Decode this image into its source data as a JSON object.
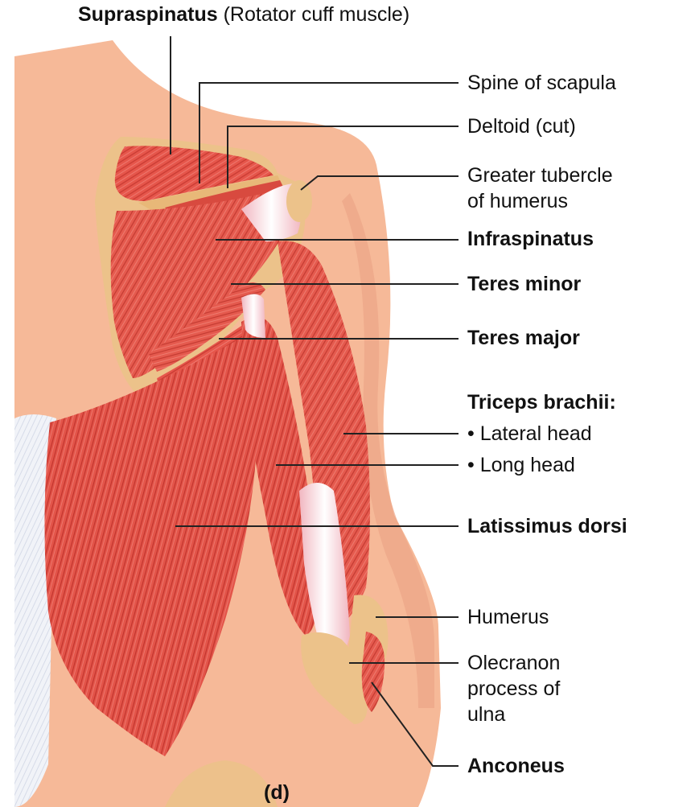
{
  "figure": {
    "panel_label": "(d)",
    "colors": {
      "skin": "#f6b998",
      "skin_shadow": "#e89a78",
      "muscle": "#e8574c",
      "muscle_dark": "#c8362f",
      "tendon": "#eef0f8",
      "bone": "#ecc28a",
      "fascia": "#eef1f6",
      "leader_line": "#222222"
    },
    "labels": {
      "supraspinatus_bold": "Supraspinatus",
      "supraspinatus_note": " (Rotator cuff muscle)",
      "spine_of_scapula": "Spine of scapula",
      "deltoid_cut": "Deltoid (cut)",
      "greater_tubercle_line1": "Greater tubercle",
      "greater_tubercle_line2": "of humerus",
      "infraspinatus": "Infraspinatus",
      "teres_minor": "Teres minor",
      "teres_major": "Teres major",
      "triceps_brachii": "Triceps brachii:",
      "lateral_head": "• Lateral head",
      "long_head": "• Long head",
      "latissimus_dorsi": "Latissimus dorsi",
      "humerus": "Humerus",
      "olecranon_line1": "Olecranon",
      "olecranon_line2": "process of",
      "olecranon_line3": "ulna",
      "anconeus": "Anconeus"
    }
  }
}
